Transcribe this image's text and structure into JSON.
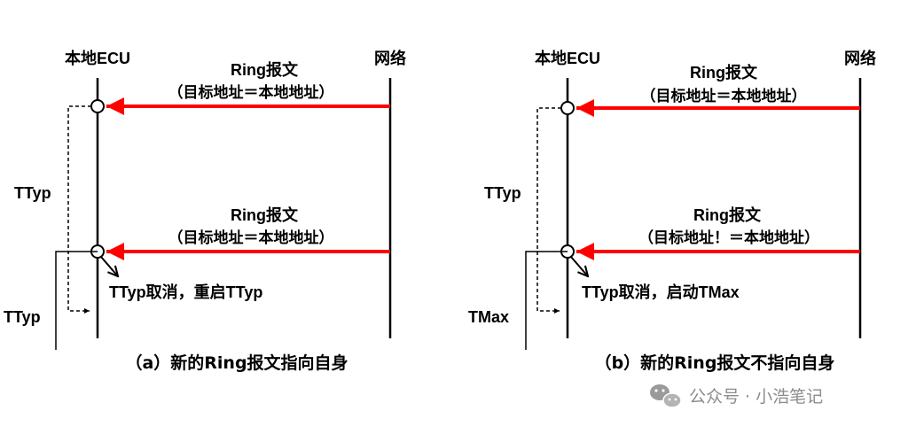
{
  "panel_a": {
    "ecu_label": "本地ECU",
    "network_label": "网络",
    "msg1_line1": "Ring报文",
    "msg1_line2": "（目标地址＝本地地址）",
    "msg2_line1": "Ring报文",
    "msg2_line2": "（目标地址＝本地地址）",
    "timer1_label": "TTyp",
    "timer2_label": "TTyp",
    "action_label": "TTyp取消，重启TTyp",
    "caption": "（a）新的Ring报文指向自身"
  },
  "panel_b": {
    "ecu_label": "本地ECU",
    "network_label": "网络",
    "msg1_line1": "Ring报文",
    "msg1_line2": "（目标地址＝本地地址）",
    "msg2_line1": "Ring报文",
    "msg2_line2": "（目标地址！＝本地地址）",
    "timer1_label": "TTyp",
    "timer2_label": "TMax",
    "action_label": "TTyp取消，启动TMax",
    "caption": "（b）新的Ring报文不指向自身"
  },
  "watermark": "公众号 · 小浩笔记",
  "colors": {
    "arrow": "#ff0000",
    "line": "#000000",
    "watermark": "#8c8c8c"
  }
}
